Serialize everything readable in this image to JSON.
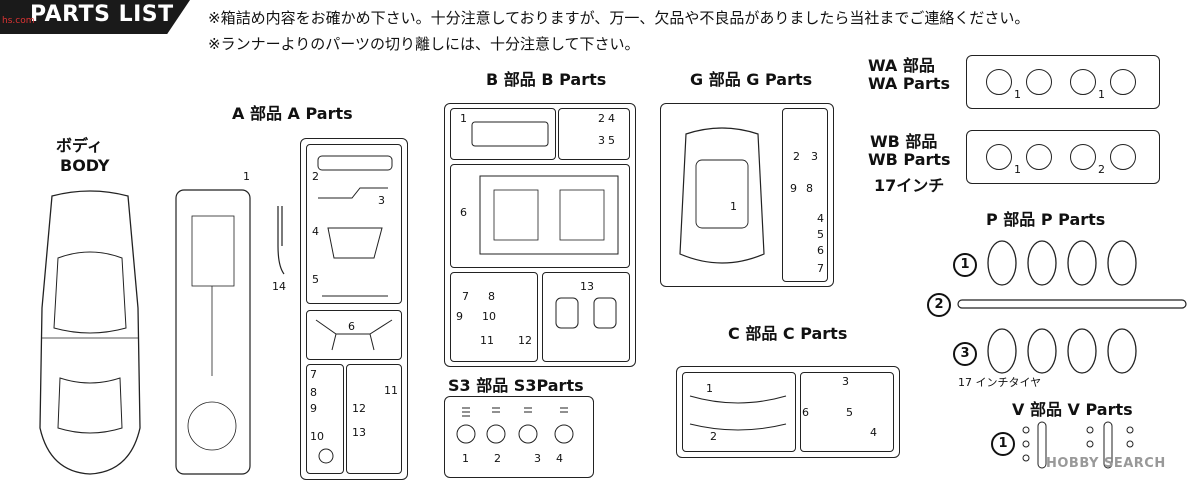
{
  "header": {
    "title": "PARTS LIST",
    "site_logo": "hs.com"
  },
  "notes": [
    "※箱詰め内容をお確かめ下さい。十分注意しておりますが、万一、欠品や不良品がありましたら当社までご連絡ください。",
    "※ランナーよりのパーツの切り離しには、十分注意して下さい。"
  ],
  "body": {
    "label_jp": "ボディ",
    "label_en": "BODY"
  },
  "a_parts": {
    "label": "A 部品  A Parts",
    "chassis_num": "1",
    "part14": "14",
    "nums": [
      "2",
      "3",
      "4",
      "5",
      "6",
      "7",
      "8",
      "9",
      "10",
      "11",
      "12",
      "13"
    ]
  },
  "b_parts": {
    "label": "B 部品  B Parts",
    "nums": [
      "1",
      "2",
      "4",
      "3",
      "5",
      "6",
      "7",
      "8",
      "9",
      "10",
      "11",
      "12",
      "13"
    ]
  },
  "g_parts": {
    "label": "G 部品  G Parts",
    "nums": [
      "1",
      "2",
      "3",
      "9",
      "8",
      "4",
      "5",
      "6",
      "7"
    ]
  },
  "wa_parts": {
    "label_jp": "WA 部品",
    "label_en": "WA Parts",
    "nums": [
      "1",
      "1"
    ]
  },
  "wb_parts": {
    "label_jp": "WB 部品",
    "label_en": "WB Parts",
    "size": "17インチ",
    "nums": [
      "1",
      "2"
    ]
  },
  "p_parts": {
    "label": "P 部品  P Parts",
    "tire_note": "17 インチタイヤ",
    "markers": [
      "1",
      "2",
      "3"
    ]
  },
  "s3_parts": {
    "label": "S3 部品  S3Parts",
    "nums": [
      "1",
      "2",
      "3",
      "4"
    ]
  },
  "c_parts": {
    "label": "C 部品  C Parts",
    "nums": [
      "1",
      "2",
      "3",
      "6",
      "5",
      "4"
    ]
  },
  "v_parts": {
    "label": "V 部品  V Parts",
    "marker": "1"
  },
  "watermark": "HOBBY SEARCH"
}
